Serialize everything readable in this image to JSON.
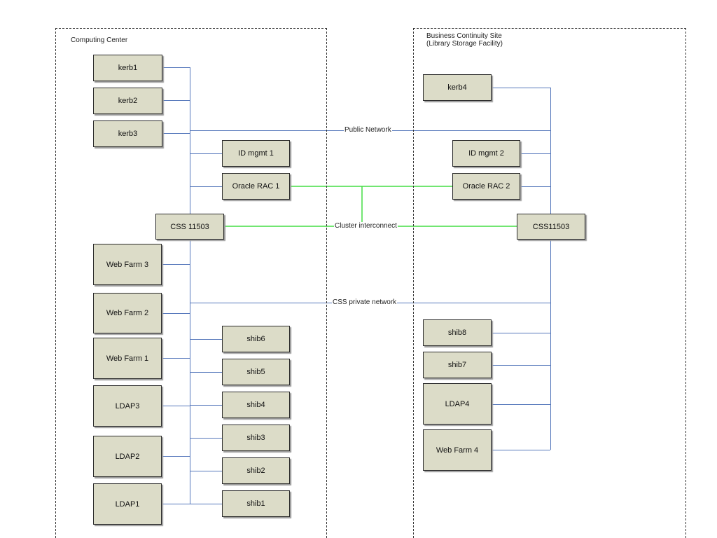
{
  "colors": {
    "public_network": "#5577bb",
    "cluster_interconnect": "#44dd44",
    "private_network": "#5577bb",
    "node_fill": "#dcdcc8",
    "node_border": "#2a2a2a"
  },
  "sites": [
    {
      "id": "computing-center",
      "title": "Computing Center"
    },
    {
      "id": "business-continuity-site",
      "title": "Business Continuity Site\n(Library Storage Facility)"
    }
  ],
  "nodes": {
    "kerb1": "kerb1",
    "kerb2": "kerb2",
    "kerb3": "kerb3",
    "id_mgmt_1": "ID mgmt 1",
    "oracle_rac_1": "Oracle RAC 1",
    "css_1": "CSS 11503",
    "web_farm_3": "Web Farm 3",
    "web_farm_2": "Web Farm 2",
    "web_farm_1": "Web Farm 1",
    "ldap3": "LDAP3",
    "ldap2": "LDAP2",
    "ldap1": "LDAP1",
    "shib6": "shib6",
    "shib5": "shib5",
    "shib4": "shib4",
    "shib3": "shib3",
    "shib2": "shib2",
    "shib1": "shib1",
    "kerb4": "kerb4",
    "id_mgmt_2": "ID mgmt 2",
    "oracle_rac_2": "Oracle RAC 2",
    "css_2": "CSS11503",
    "shib8": "shib8",
    "shib7": "shib7",
    "ldap4": "LDAP4",
    "web_farm_4": "Web Farm 4"
  },
  "networks": {
    "public": "Public Network",
    "cluster": "Cluster interconnect",
    "private": "CSS private network"
  }
}
